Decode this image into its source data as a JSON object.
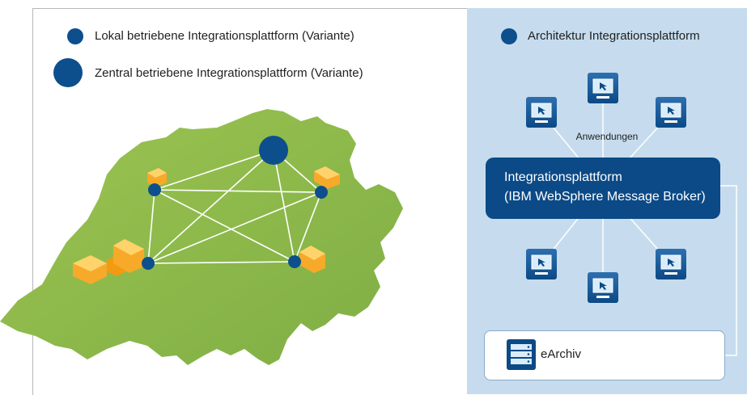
{
  "legend": {
    "local_label": "Lokal betriebene Integrationsplattform (Variante)",
    "central_label": "Zentral betriebene Integrationsplattform (Variante)",
    "architecture_label": "Architektur Integrationsplattform"
  },
  "architecture": {
    "apps_label": "Anwendungen",
    "broker_line1": "Integrationsplattform",
    "broker_line2": "(IBM WebSphere Message Broker)",
    "archive_label": "eArchiv"
  },
  "colors": {
    "node_blue": "#0d4f8c",
    "panel_blue": "#c6dcee",
    "map_green": "#8dbb4a",
    "building_orange": "#f5a623"
  }
}
